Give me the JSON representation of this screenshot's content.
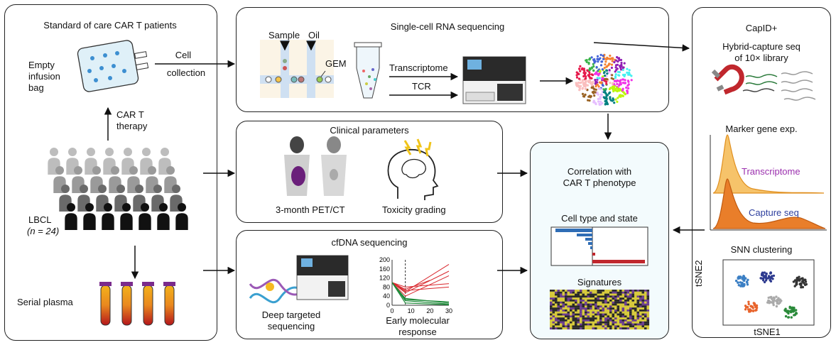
{
  "patients_panel": {
    "title": "Standard of care CAR T patients",
    "bag_label": [
      "Empty",
      "infusion",
      "bag"
    ],
    "arrow_label": [
      "Cell",
      "collection"
    ],
    "therapy_label": [
      "CAR T",
      "therapy"
    ],
    "cohort_label": "LBCL",
    "cohort_n": "(n = 24)",
    "plasma_label": "Serial plasma"
  },
  "scrna_panel": {
    "title": "Single-cell RNA sequencing",
    "labels": {
      "sample": "Sample",
      "oil": "Oil",
      "gem": "GEM",
      "transcriptome": "Transcriptome",
      "tcr": "TCR"
    }
  },
  "clinical_panel": {
    "title": "Clinical parameters",
    "pet_label": "3-month PET/CT",
    "tox_label": "Toxicity grading"
  },
  "cfdna_panel": {
    "title": "cfDNA sequencing",
    "seq_label": [
      "Deep targeted",
      "sequencing"
    ],
    "response_label": [
      "Early molecular",
      "response"
    ]
  },
  "correlation_panel": {
    "title": [
      "Correlation with",
      "CAR T phenotype"
    ],
    "cell_type_label": "Cell type and state",
    "signatures_label": "Signatures"
  },
  "capid_panel": {
    "title": "CapID+",
    "subtitle": [
      "Hybrid-capture seq",
      "of 10× library"
    ],
    "marker_label": "Marker gene exp.",
    "transcriptome_label": "Transcriptome",
    "capture_label": "Capture seq",
    "snn_label": "SNN clustering",
    "xaxis": "tSNE1",
    "yaxis": "tSNE2"
  },
  "chart_data": {
    "type": "line",
    "x_ticks": [
      0,
      10,
      20,
      30
    ],
    "y_ticks": [
      0,
      20,
      40,
      60,
      80,
      100,
      120,
      140,
      160,
      180,
      200
    ],
    "xlim": [
      0,
      30
    ],
    "ylim": [
      0,
      200
    ]
  },
  "colors": {
    "transcriptome": "#9b2fae",
    "capture": "#2e3f9e",
    "orange": "#e97e2a",
    "blue_bar": "#2f6db5",
    "red_bar": "#c0272d"
  }
}
